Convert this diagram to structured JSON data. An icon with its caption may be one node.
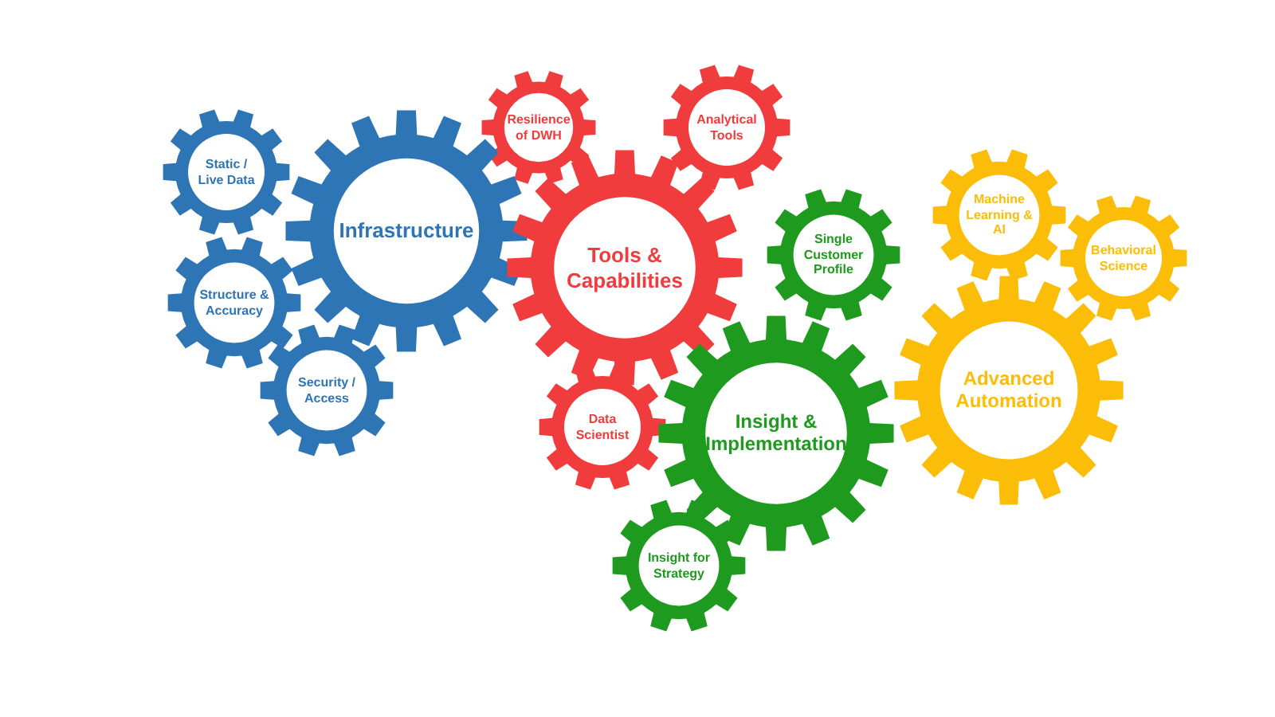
{
  "diagram": {
    "nodes": [
      {
        "text": [
          "Resilience of DWH"
        ]
      },
      {
        "text": [
          "Analytical Tools"
        ]
      },
      {
        "text": [
          "Static / Live Data"
        ]
      },
      {
        "text": [
          "Infrastructure"
        ]
      },
      {
        "text": [
          "Machine Learning & AI"
        ]
      },
      {
        "text": [
          "Single Customer Profile"
        ]
      },
      {
        "text": [
          "Tools & Capabilities"
        ]
      },
      {
        "text": [
          "Behavioral Science"
        ]
      },
      {
        "text": [
          "Structure & Accuracy"
        ]
      },
      {
        "text": [
          "Security / Access"
        ]
      },
      {
        "text": [
          "Advanced Automation"
        ]
      },
      {
        "text": [
          "Data Scientist"
        ]
      },
      {
        "text": [
          "Insight & Implementation"
        ]
      },
      {
        "text": [
          "Insight for Strategy"
        ]
      }
    ]
  }
}
